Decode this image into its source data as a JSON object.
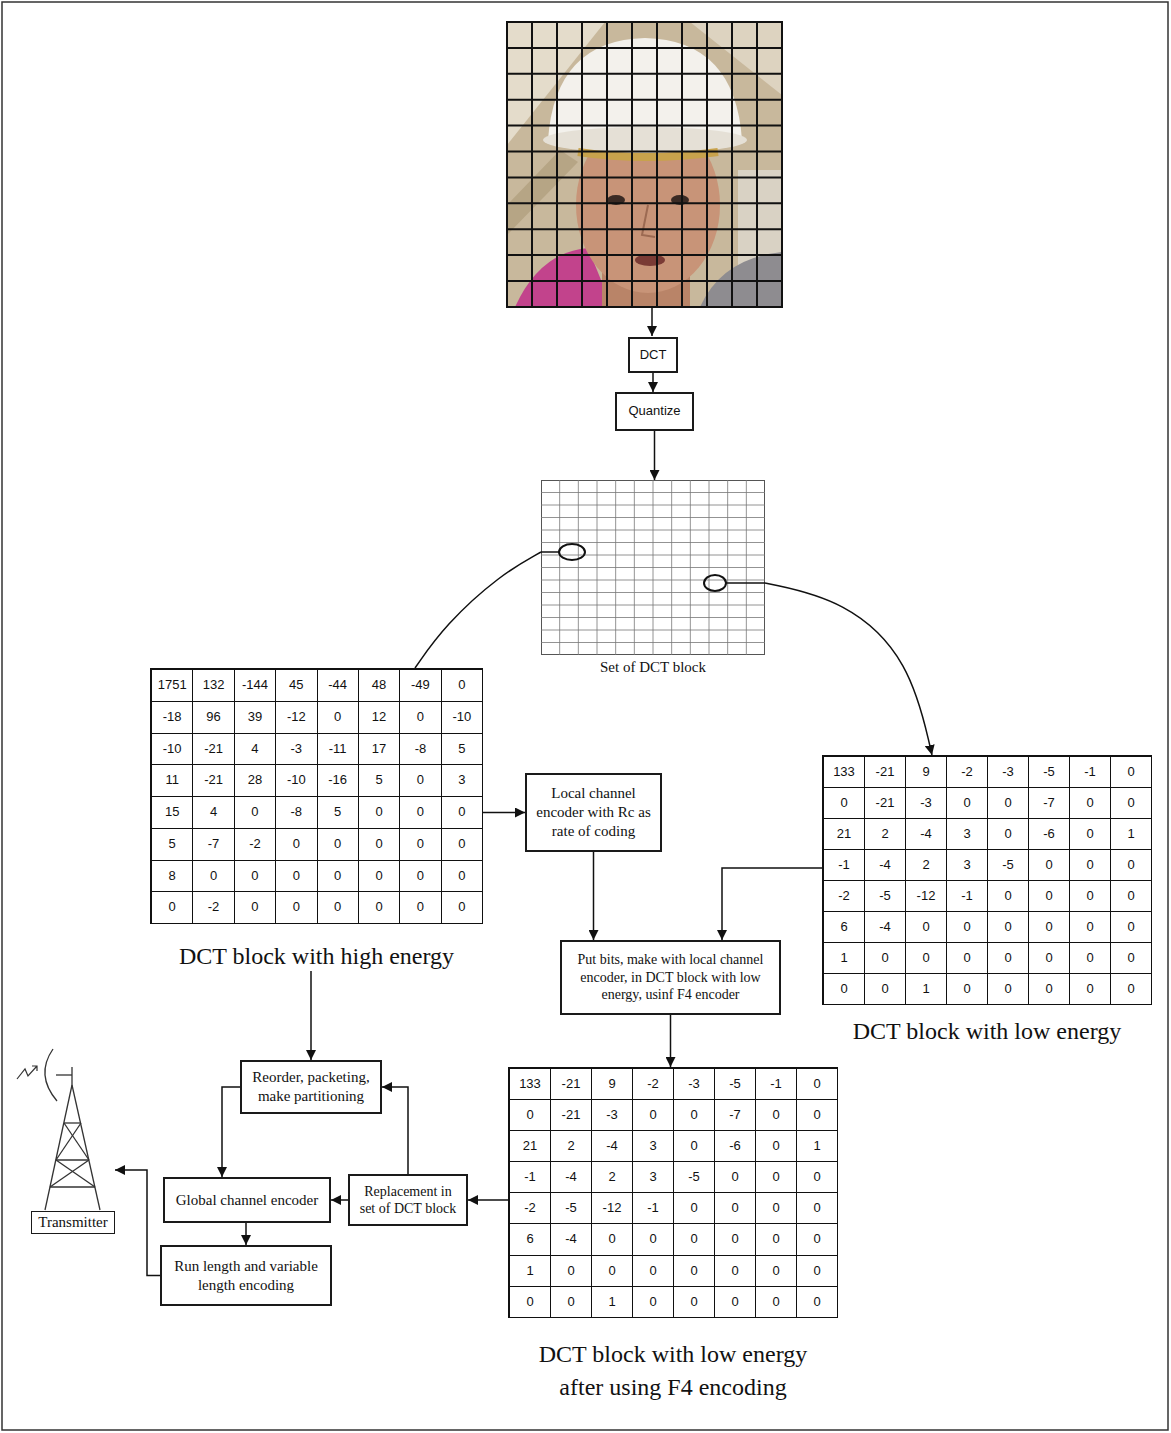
{
  "diagram": {
    "nodes": [
      {
        "text": [
          "DCT"
        ]
      },
      {
        "text": [
          "Quantize"
        ]
      },
      {
        "text": [
          "Set of DCT block"
        ]
      },
      {
        "text": [
          "1751",
          "132",
          "-144",
          "45",
          "-44",
          "48",
          "-49",
          "0",
          "-18",
          "96",
          "39",
          "-12",
          "0",
          "12",
          "0",
          "-10",
          "-10",
          "-21",
          "4",
          "-3",
          "-11",
          "17",
          "-8",
          "5",
          "11",
          "-21",
          "28",
          "-10",
          "-16",
          "5",
          "0",
          "3",
          "15",
          "4",
          "0",
          "-8",
          "5",
          "0",
          "0",
          "0",
          "5",
          "-7",
          "-2",
          "0",
          "0",
          "0",
          "0",
          "0",
          "8",
          "0",
          "0",
          "0",
          "0",
          "0",
          "0",
          "0",
          "0",
          "-2",
          "0",
          "0",
          "0",
          "0",
          "0",
          "0",
          "DCT block with high energy"
        ]
      },
      {
        "text": [
          "133",
          "-21",
          "9",
          "-2",
          "-3",
          "-5",
          "-1",
          "0",
          "0",
          "-21",
          "-3",
          "0",
          "0",
          "-7",
          "0",
          "0",
          "21",
          "2",
          "-4",
          "3",
          "0",
          "-6",
          "0",
          "1",
          "-1",
          "-4",
          "2",
          "3",
          "-5",
          "0",
          "0",
          "0",
          "-2",
          "-5",
          "-12",
          "-1",
          "0",
          "0",
          "0",
          "0",
          "6",
          "-4",
          "0",
          "0",
          "0",
          "0",
          "0",
          "0",
          "1",
          "0",
          "0",
          "0",
          "0",
          "0",
          "0",
          "0",
          "0",
          "0",
          "1",
          "0",
          "0",
          "0",
          "0",
          "0",
          "DCT block with low energy"
        ]
      },
      {
        "text": [
          "Local channel encoder with Rc as rate of coding"
        ]
      },
      {
        "text": [
          "Put bits, make with local channel encoder, in DCT block with low energy, usinf F4 encoder"
        ]
      },
      {
        "text": [
          "Reorder, packeting, make partitioning"
        ]
      },
      {
        "text": [
          "133",
          "-21",
          "9",
          "-2",
          "-3",
          "-5",
          "-1",
          "0",
          "0",
          "-21",
          "-3",
          "0",
          "0",
          "-7",
          "0",
          "0",
          "21",
          "2",
          "-4",
          "3",
          "0",
          "-6",
          "0",
          "1",
          "-1",
          "-4",
          "2",
          "3",
          "-5",
          "0",
          "0",
          "0",
          "-2",
          "-5",
          "-12",
          "-1",
          "0",
          "0",
          "0",
          "0",
          "6",
          "-4",
          "0",
          "0",
          "0",
          "0",
          "0",
          "0",
          "1",
          "0",
          "0",
          "0",
          "0",
          "0",
          "0",
          "0",
          "0",
          "0",
          "1",
          "0",
          "0",
          "0",
          "0",
          "0",
          "DCT block with low energy after using F4 encoding"
        ]
      },
      {
        "text": [
          "Global channel encoder"
        ]
      },
      {
        "text": [
          "Replacement in set of DCT block"
        ]
      },
      {
        "text": [
          "Transmitter"
        ]
      },
      {
        "text": [
          "Run length and variable length encoding"
        ]
      }
    ],
    "edges": [
      {
        "from": 0,
        "to": 1,
        "arrow": "to"
      },
      {
        "from": 1,
        "to": 2,
        "arrow": "to"
      },
      {
        "from": 2,
        "to": 3,
        "arrow": "none"
      },
      {
        "from": 2,
        "to": 4,
        "arrow": "to"
      },
      {
        "from": 3,
        "to": 5,
        "arrow": "to"
      },
      {
        "from": 5,
        "to": 6,
        "arrow": "to"
      },
      {
        "from": 4,
        "to": 6,
        "arrow": "to"
      },
      {
        "from": 6,
        "to": 8,
        "arrow": "to"
      },
      {
        "from": 3,
        "to": 7,
        "arrow": "to"
      },
      {
        "from": 8,
        "to": 10,
        "arrow": "to"
      },
      {
        "from": 10,
        "to": 7,
        "arrow": "to"
      },
      {
        "from": 10,
        "to": 9,
        "arrow": "to"
      },
      {
        "from": 7,
        "to": 9,
        "arrow": "to"
      },
      {
        "from": 9,
        "to": 12,
        "arrow": "to"
      },
      {
        "from": 12,
        "to": 11,
        "arrow": "to"
      }
    ]
  }
}
